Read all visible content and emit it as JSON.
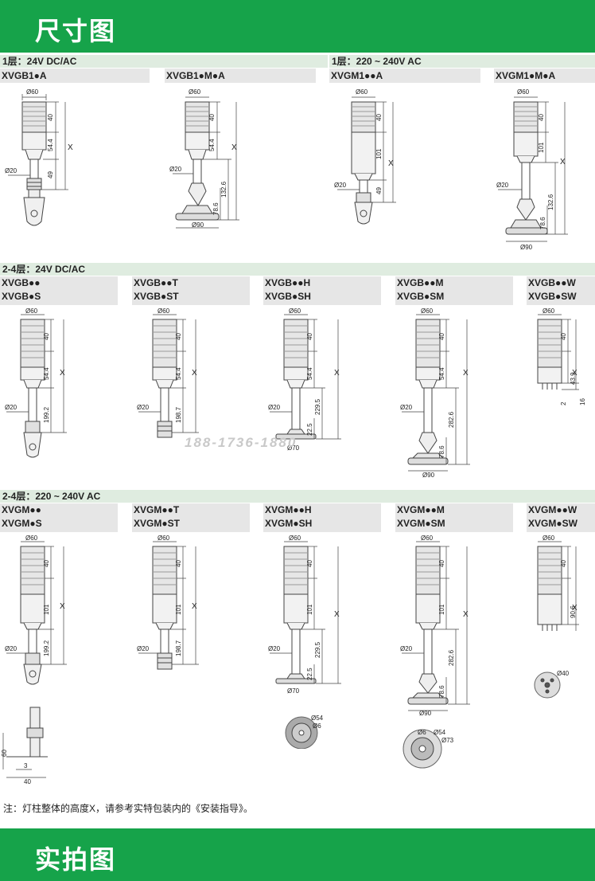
{
  "header": {
    "title": "尺寸图"
  },
  "footer": {
    "title": "实拍图"
  },
  "note": "注：灯柱整体的高度X，请参考实特包装内的《安装指导》。",
  "watermark": "188-1736-1880",
  "sections": {
    "s1_left": "1层：24V DC/AC",
    "s1_right": "1层：220 ~ 240V AC",
    "s2": "2-4层：24V DC/AC",
    "s3": "2-4层：220 ~ 240V AC"
  },
  "models_row1": [
    "XVGB1●A",
    "XVGB1●M●A",
    "XVGM1●●A",
    "XVGM1●M●A"
  ],
  "models_row2": [
    "XVGB●●\nXVGB●S",
    "XVGB●●T\nXVGB●ST",
    "XVGB●●H\nXVGB●SH",
    "XVGB●●M\nXVGB●SM",
    "XVGB●●W\nXVGB●SW"
  ],
  "models_row3": [
    "XVGM●●\nXVGM●S",
    "XVGM●●T\nXVGM●ST",
    "XVGM●●H\nXVGM●SH",
    "XVGM●●M\nXVGM●SM",
    "XVGM●●W\nXVGM●SW"
  ],
  "dims": {
    "d60": "Ø60",
    "d20": "Ø20",
    "d90": "Ø90",
    "d70": "Ø70",
    "d40": "Ø40",
    "d54": "Ø54",
    "d6": "Ø6",
    "d73": "Ø73",
    "h40": "40",
    "h54_4": "54.4",
    "h49": "49",
    "h101": "101",
    "h132_6": "132.6",
    "h78_6": "78.6",
    "h199_2": "199.2",
    "h198_7": "198.7",
    "h229_5": "229.5",
    "h22_5": "22.5",
    "h282_6": "282.6",
    "h43_9": "43.9",
    "h90_6": "90.6",
    "h2": "2",
    "h16": "16",
    "x": "X",
    "b60": "60",
    "b3": "3",
    "b40": "40"
  },
  "colors": {
    "accent": "#16a34a",
    "section_bg": "#dfece0",
    "model_bg": "#e6e6e6"
  }
}
